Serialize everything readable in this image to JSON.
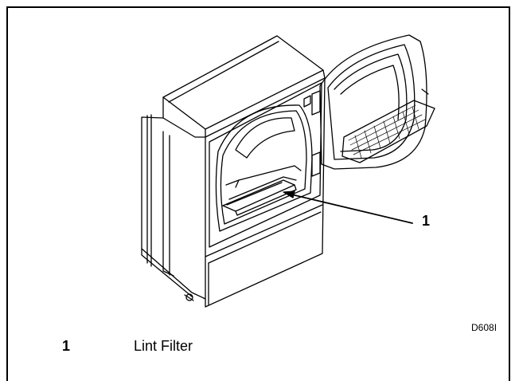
{
  "figure": {
    "callout": "1",
    "drawing_code": "D608I",
    "legend": [
      {
        "number": "1",
        "label": "Lint Filter"
      }
    ]
  }
}
